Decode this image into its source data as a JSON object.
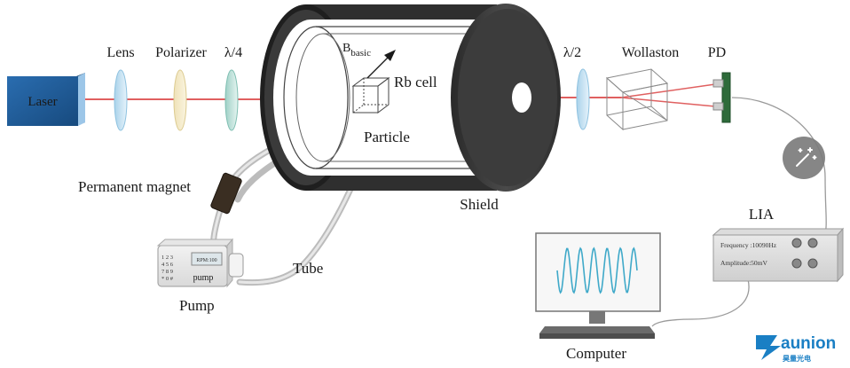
{
  "labels": {
    "laser": "Laser",
    "lens": "Lens",
    "polarizer": "Polarizer",
    "quarter_wave": "λ/4",
    "b_basic_main": "B",
    "b_basic_sub": "basic",
    "rb_cell": "Rb cell",
    "particle": "Particle",
    "half_wave": "λ/2",
    "wollaston": "Wollaston",
    "pd": "PD",
    "permanent_magnet": "Permanent magnet",
    "shield": "Shield",
    "lia": "LIA",
    "lia_frequency": "Frequency :10090Hz",
    "lia_amplitude": "Amplitude:50mV",
    "tube": "Tube",
    "pump": "Pump",
    "pump_display": "RPM:100",
    "pump_name": "pump",
    "keypad": [
      "1 2 3",
      "4 5 6",
      "7 8 9",
      "* 0 #"
    ],
    "computer": "Computer"
  },
  "brand": {
    "name": "aunion",
    "sub": "昊量光电"
  },
  "colors": {
    "laser_body": "#1e5a94",
    "beam": "#e06060",
    "pd_board": "#2e6b3a",
    "brand": "#1a7fc4",
    "wave": "#3fa9c9"
  },
  "icons": {
    "floating_button": "magic-wand-icon"
  }
}
